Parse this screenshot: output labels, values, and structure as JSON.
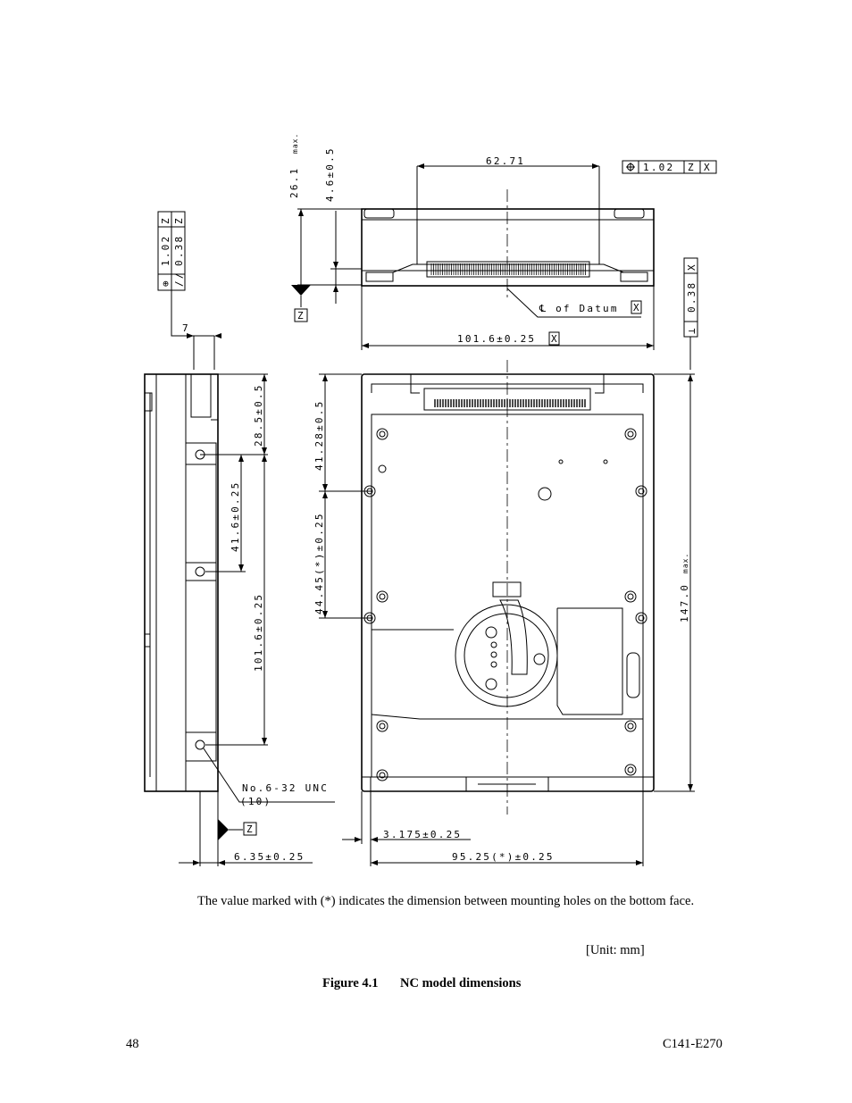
{
  "figure": {
    "dimensions": {
      "connector_pitch": "62.71",
      "height_max": "26.1",
      "height_max_suffix": "max.",
      "connector_offset": "4.6±0.5",
      "position_tol": "1.02",
      "datum_z": "Z",
      "datum_x": "X",
      "parallel_tol": "0.38",
      "perp_tol": "0.38",
      "datum_label": "of Datum",
      "width": "101.6±0.25",
      "side_step": "7",
      "side_28": "28.5±0.5",
      "side_41_6": "41.6±0.25",
      "side_101_6": "101.6±0.25",
      "side_41_28": "41.28±0.5",
      "side_44_45": "44.45(*)±0.25",
      "length_max": "147.0",
      "length_max_suffix": "max.",
      "screw": "No.6-32 UNC",
      "screw_qty": "(10)",
      "edge_offset": "3.175±0.25",
      "side_hole": "6.35±0.25",
      "hole_pitch": "95.25(*)±0.25"
    }
  },
  "note": "The value marked with (*) indicates the dimension between mounting holes on the bottom face.",
  "unit": "[Unit: mm]",
  "caption": {
    "number": "Figure 4.1",
    "title": "NC model dimensions"
  },
  "footer": {
    "page": "48",
    "doc_id": "C141-E270"
  }
}
